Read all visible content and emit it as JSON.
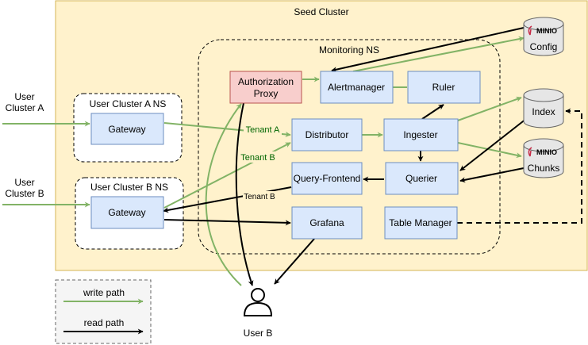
{
  "colors": {
    "cluster_fill": "#fff2cc",
    "cluster_stroke": "#d6b656",
    "service_fill": "#dae8fc",
    "service_stroke": "#6c8ebf",
    "auth_fill": "#f8cecc",
    "auth_stroke": "#b85450",
    "storage_fill": "#e6e6e6",
    "write_path": "#82b366",
    "read_path": "#000000",
    "tenant_label": "#006600",
    "legend_fill": "#f5f5f5"
  },
  "seed_cluster": {
    "label": "Seed Cluster"
  },
  "monitoring_ns": {
    "label": "Monitoring NS"
  },
  "user_clusters": {
    "a": {
      "outside_label_line1": "User",
      "outside_label_line2": "Cluster A",
      "ns_label": "User Cluster A NS",
      "gateway_label": "Gateway"
    },
    "b": {
      "outside_label_line1": "User",
      "outside_label_line2": "Cluster B",
      "ns_label": "User Cluster B NS",
      "gateway_label": "Gateway"
    }
  },
  "components": {
    "auth_proxy_line1": "Authorization",
    "auth_proxy_line2": "Proxy",
    "alertmanager": "Alertmanager",
    "ruler": "Ruler",
    "distributor": "Distributor",
    "ingester": "Ingester",
    "query_frontend": "Query-Frontend",
    "querier": "Querier",
    "grafana": "Grafana",
    "table_manager": "Table Manager"
  },
  "storage": {
    "minio_brand": "MINIO",
    "config": "Config",
    "index": "Index",
    "chunks": "Chunks"
  },
  "edge_labels": {
    "tenant_a": "Tenant A",
    "tenant_b_write": "Tenant B",
    "tenant_b_read": "Tenant B"
  },
  "user": {
    "label": "User B"
  },
  "legend": {
    "write_path": "write path",
    "read_path": "read path"
  }
}
